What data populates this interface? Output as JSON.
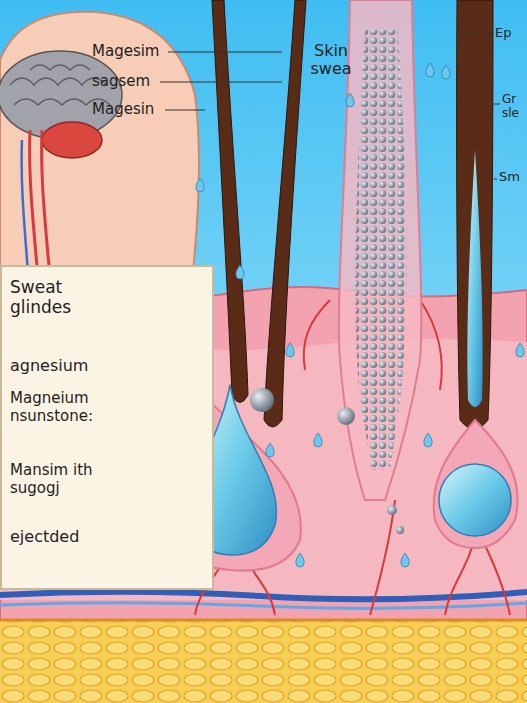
{
  "diagram": {
    "nodes": [
      {
        "text": [
          "Sweat glindes",
          "agnesium",
          "Magneium nsunstone:",
          "Mansim ith sugogj",
          "ejectded"
        ]
      }
    ],
    "labels": [
      "Magesim",
      "sagsem",
      "Magesin",
      "Skin swea",
      "Ep",
      "Gr sle",
      "Sm"
    ]
  }
}
